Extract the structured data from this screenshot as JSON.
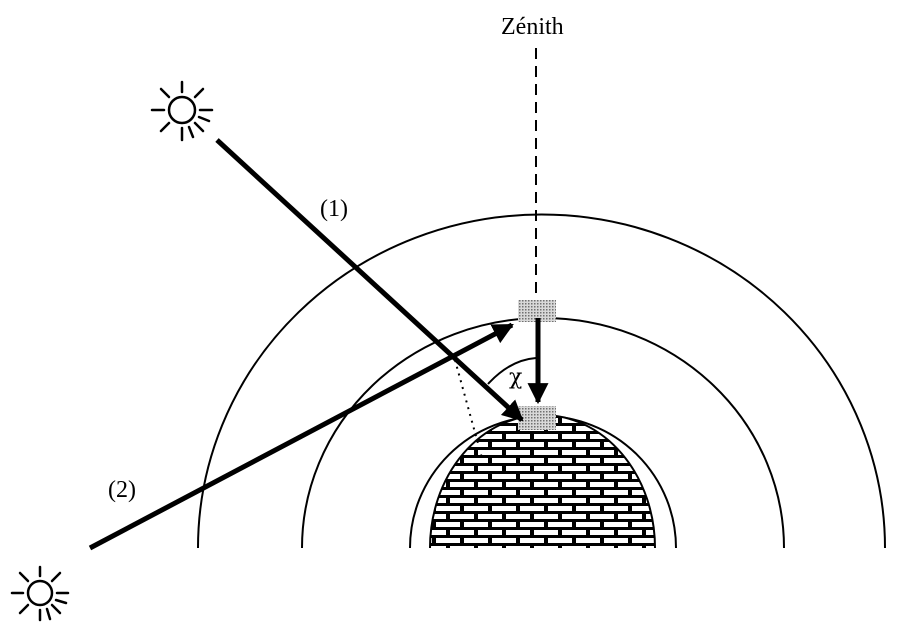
{
  "diagram": {
    "zenith_label": "Zénith",
    "ray1_label": "(1)",
    "ray2_label": "(2)",
    "angle_label": "χ",
    "colors": {
      "line": "#000000",
      "layer_fill": "#b8b8b8",
      "background": "#ffffff"
    },
    "icons": [
      "sun-icon",
      "sun-icon"
    ]
  }
}
